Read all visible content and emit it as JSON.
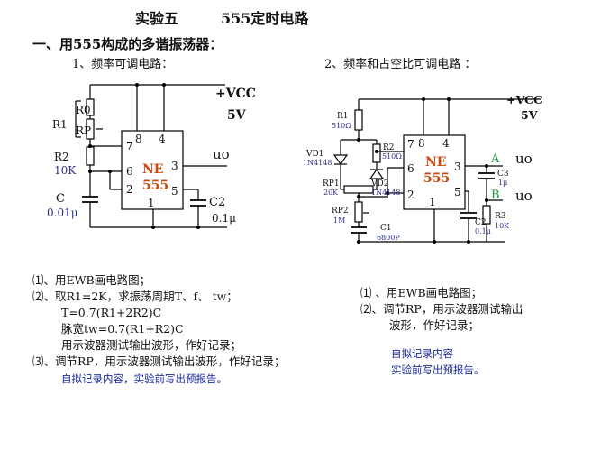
{
  "page": {
    "title_left": "实验五",
    "title_right": "555定时电路",
    "section": "一、用555构成的多谐振荡器：",
    "sub1": "1、频率可调电路：",
    "sub2": "2、频率和占空比可调电路 ："
  },
  "circuit1": {
    "vcc": "+VCC",
    "vcc_value": "5V",
    "r0": "R0",
    "rp": "RP",
    "r1": "R1",
    "r2": "R2",
    "r2_value": "10K",
    "c": "C",
    "c_value": "0.01μ",
    "c2": "C2",
    "c2_value": "0.1μ",
    "chip_top": "NE",
    "chip_bottom": "555",
    "pin8": "8",
    "pin4": "4",
    "pin7": "7",
    "pin6": "6",
    "pin2": "2",
    "pin3": "3",
    "pin5": "5",
    "pin1": "1",
    "output": "uo"
  },
  "circuit2": {
    "vcc": "+VCC",
    "vcc_value": "5V",
    "r1": "R1",
    "r1_value": "510Ω",
    "r2": "R2",
    "r2_value": "510Ω",
    "vd1": "VD1",
    "vd1_value": "1N4148",
    "vd2": "VD2",
    "vd2_value": "1N4148",
    "rp1": "RP1",
    "rp1_value": "20K",
    "rp2": "RP2",
    "rp2_value": "1M",
    "c1": "C1",
    "c1_value": "6800P",
    "c2": "C2",
    "c2_value": "0.1μ",
    "c3": "C3",
    "c3_value": "1μ",
    "r3": "R3",
    "r3_value": "10K",
    "node_a": "A",
    "node_b": "B",
    "chip_top": "NE",
    "chip_bottom": "555",
    "pin8": "8",
    "pin4": "4",
    "pin7": "7",
    "pin6": "6",
    "pin2": "2",
    "pin3": "3",
    "pin5": "5",
    "pin1": "1",
    "output_a": "uo",
    "output_b": "uo"
  },
  "tasks_left": [
    "⑴、用EWB画电路图；",
    "⑵、取R1=2K，求振荡周期T、f、 tw；",
    "T=0.7(R1+2R2)C",
    "脉宽tw=0.7(R1+R2)C",
    "用示波器测试输出波形，作好记录；",
    "⑶、调节RP，用示波器测试输出波形，作好记录；"
  ],
  "note_left": "自拟记录内容，实验前写出预报告。",
  "tasks_right": [
    "⑴ 、用EWB画电路图；",
    "⑵、调节RP，用示波器测试输出",
    "波形，作好记录；"
  ],
  "note_right_1": "自拟记录内容",
  "note_right_2": "实验前写出预报告。",
  "colors": {
    "accent": "#d04a10",
    "label_blue": "#2a2f8a",
    "note_blue": "#1a2a9c",
    "node_green": "#1a9a3a"
  }
}
